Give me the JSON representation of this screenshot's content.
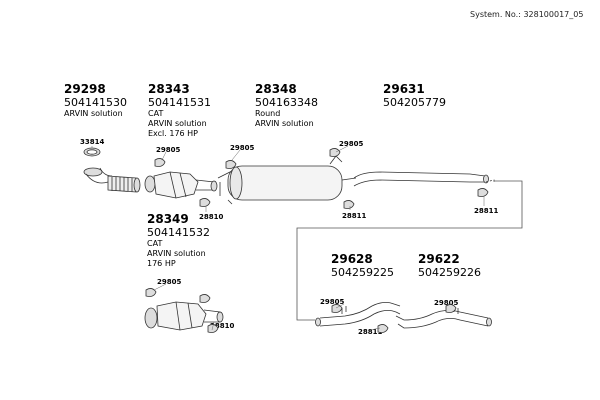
{
  "header": {
    "system_no": "System. No.: 328100017_05"
  },
  "parts": [
    {
      "id": "p29298",
      "num": "29298",
      "code": "504141530",
      "desc": [
        "ARVIN solution"
      ]
    },
    {
      "id": "p28343",
      "num": "28343",
      "code": "504141531",
      "desc": [
        "CAT",
        "ARVIN solution",
        "Excl. 176 HP"
      ]
    },
    {
      "id": "p28348",
      "num": "28348",
      "code": "504163348",
      "desc": [
        "Round",
        "ARVIN solution"
      ]
    },
    {
      "id": "p29631",
      "num": "29631",
      "code": "504205779",
      "desc": []
    },
    {
      "id": "p28349",
      "num": "28349",
      "code": "504141532",
      "desc": [
        "CAT",
        "ARVIN solution",
        "176 HP"
      ]
    },
    {
      "id": "p29628",
      "num": "29628",
      "code": "504259225",
      "desc": []
    },
    {
      "id": "p29622",
      "num": "29622",
      "code": "504259226",
      "desc": []
    }
  ],
  "callouts": {
    "c1": "33814",
    "c2": "29805",
    "c3": "29805",
    "c4": "29805",
    "c5": "28810",
    "c6": "28811",
    "c7": "28811",
    "c8": "29805",
    "c9": "28810",
    "c10": "29805",
    "c11": "29805",
    "c12": "28811"
  }
}
